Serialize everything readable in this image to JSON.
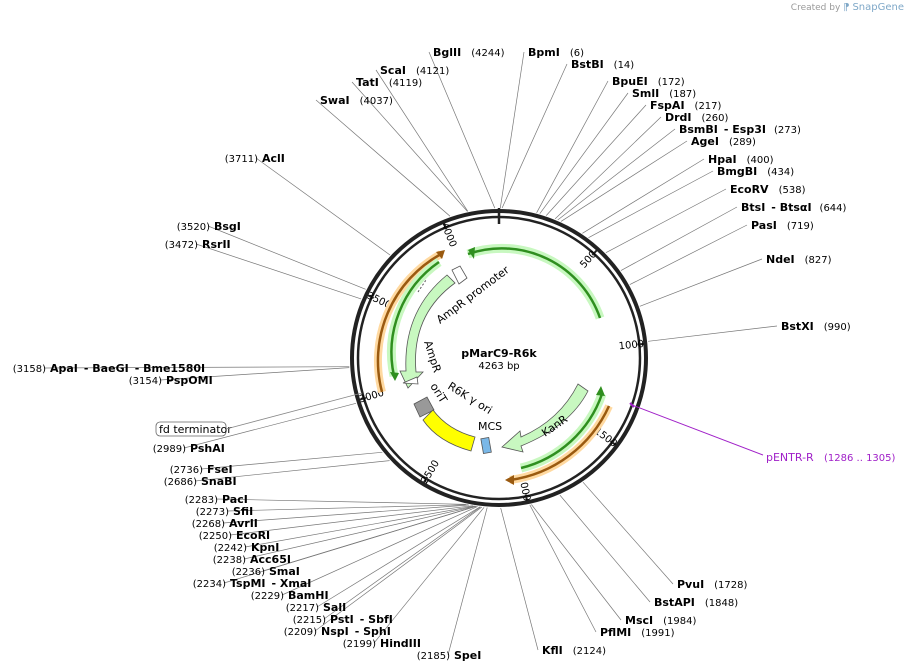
{
  "credit": {
    "created_by": "Created by",
    "brand": "SnapGene"
  },
  "plasmid": {
    "name": "pMarC9-R6k",
    "length_label": "4263 bp",
    "length": 4263
  },
  "ticks": [
    "500",
    "1000",
    "1500",
    "2000",
    "2500",
    "3000",
    "3500",
    "4000"
  ],
  "primer": {
    "name": "pENTR-R",
    "range": "(1286 .. 1305)",
    "color": "#a020c8"
  },
  "features": {
    "ampr_promoter": "AmpR promoter",
    "ampr": "AmpR",
    "orit": "oriT",
    "r6k": "R6K γ ori",
    "mcs": "MCS",
    "kanr": "KanR",
    "fd_terminator": "fd terminator"
  },
  "colors": {
    "arrow_fill": "#c8f8c0",
    "arrow_line": "#2f8f1f",
    "orf": "#e07d10",
    "origin": "#ffff00",
    "orit": "#999999",
    "mcs": "#7ab8e8",
    "ring": "#222222"
  },
  "enzymes": [
    {
      "name": "BglII",
      "pos": "(4244)",
      "bp": 4244
    },
    {
      "name": "BpmI",
      "pos": "(6)",
      "bp": 6
    },
    {
      "name": "BstBI",
      "pos": "(14)",
      "bp": 14
    },
    {
      "name": "ScaI",
      "pos": "(4121)",
      "bp": 4121
    },
    {
      "name": "TatI",
      "pos": "(4119)",
      "bp": 4119
    },
    {
      "name": "SwaI",
      "pos": "(4037)",
      "bp": 4037
    },
    {
      "name": "BpuEI",
      "pos": "(172)",
      "bp": 172
    },
    {
      "name": "SmlI",
      "pos": "(187)",
      "bp": 187
    },
    {
      "name": "FspAI",
      "pos": "(217)",
      "bp": 217
    },
    {
      "name": "DrdI",
      "pos": "(260)",
      "bp": 260
    },
    {
      "name": "BsmBI",
      "alt": "Esp3I",
      "pos": "(273)",
      "bp": 273
    },
    {
      "name": "AgeI",
      "pos": "(289)",
      "bp": 289
    },
    {
      "name": "HpaI",
      "pos": "(400)",
      "bp": 400
    },
    {
      "name": "BmgBI",
      "pos": "(434)",
      "bp": 434
    },
    {
      "name": "EcoRV",
      "pos": "(538)",
      "bp": 538
    },
    {
      "name": "BtsI",
      "alt": "BtsαI",
      "pos": "(644)",
      "bp": 644
    },
    {
      "name": "PasI",
      "pos": "(719)",
      "bp": 719
    },
    {
      "name": "NdeI",
      "pos": "(827)",
      "bp": 827
    },
    {
      "name": "BstXI",
      "pos": "(990)",
      "bp": 990
    },
    {
      "name": "AclI",
      "pos": "(3711)",
      "bp": 3711
    },
    {
      "name": "BsgI",
      "pos": "(3520)",
      "bp": 3520
    },
    {
      "name": "RsrII",
      "pos": "(3472)",
      "bp": 3472
    },
    {
      "name": "ApaI",
      "alt": "BaeGI",
      "alt2": "Bme1580I",
      "pos": "(3158)",
      "bp": 3158
    },
    {
      "name": "PspOMI",
      "pos": "(3154)",
      "bp": 3154
    },
    {
      "name": "PshAI",
      "pos": "(2989)",
      "bp": 2989
    },
    {
      "name": "FseI",
      "pos": "(2736)",
      "bp": 2736
    },
    {
      "name": "SnaBI",
      "pos": "(2686)",
      "bp": 2686
    },
    {
      "name": "PacI",
      "pos": "(2283)",
      "bp": 2283
    },
    {
      "name": "SfiI",
      "pos": "(2273)",
      "bp": 2273
    },
    {
      "name": "AvrII",
      "pos": "(2268)",
      "bp": 2268
    },
    {
      "name": "EcoRI",
      "pos": "(2250)",
      "bp": 2250
    },
    {
      "name": "KpnI",
      "pos": "(2242)",
      "bp": 2242
    },
    {
      "name": "Acc65I",
      "pos": "(2238)",
      "bp": 2238
    },
    {
      "name": "SmaI",
      "pos": "(2236)",
      "bp": 2236
    },
    {
      "name": "TspMI",
      "alt": "XmaI",
      "pos": "(2234)",
      "bp": 2234
    },
    {
      "name": "BamHI",
      "pos": "(2229)",
      "bp": 2229
    },
    {
      "name": "SalI",
      "pos": "(2217)",
      "bp": 2217
    },
    {
      "name": "PstI",
      "alt": "SbfI",
      "pos": "(2215)",
      "bp": 2215
    },
    {
      "name": "NspI",
      "alt": "SphI",
      "pos": "(2209)",
      "bp": 2209
    },
    {
      "name": "HindIII",
      "pos": "(2199)",
      "bp": 2199
    },
    {
      "name": "SpeI",
      "pos": "(2185)",
      "bp": 2185
    },
    {
      "name": "KflI",
      "pos": "(2124)",
      "bp": 2124
    },
    {
      "name": "PvuI",
      "pos": "(1728)",
      "bp": 1728
    },
    {
      "name": "BstAPI",
      "pos": "(1848)",
      "bp": 1848
    },
    {
      "name": "MscI",
      "pos": "(1984)",
      "bp": 1984
    },
    {
      "name": "PflMI",
      "pos": "(1991)",
      "bp": 1991
    }
  ]
}
